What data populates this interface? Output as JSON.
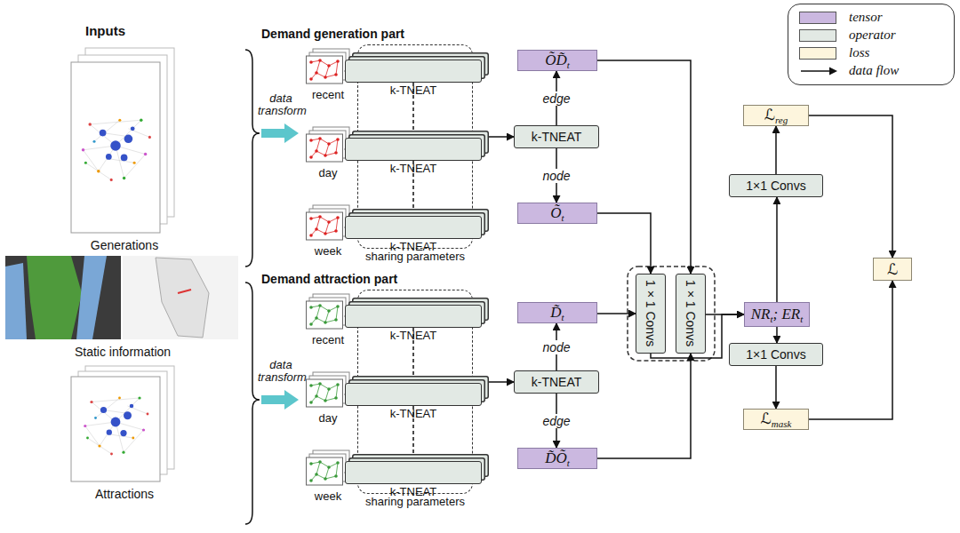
{
  "diagram": {
    "nodes": [
      {
        "text": [
          "Generations"
        ]
      },
      {
        "text": [
          "Static information"
        ]
      },
      {
        "text": [
          "Attractions"
        ]
      },
      {
        "text": [
          "recent"
        ]
      },
      {
        "text": [
          "day"
        ]
      },
      {
        "text": [
          "week"
        ]
      },
      {
        "text": [
          "sharing parameters"
        ]
      },
      {
        "text": [
          "k-TNEAT"
        ],
        "in": 6
      },
      {
        "text": [
          "k-TNEAT"
        ],
        "in": 6
      },
      {
        "text": [
          "k-TNEAT"
        ],
        "in": 6
      },
      {
        "text": [
          "k-TNEAT"
        ]
      },
      {
        "text": [
          "ÕD̃",
          "t"
        ]
      },
      {
        "text": [
          "Õ",
          "t"
        ]
      },
      {
        "text": [
          "recent"
        ]
      },
      {
        "text": [
          "day"
        ]
      },
      {
        "text": [
          "week"
        ]
      },
      {
        "text": [
          "sharing parameters"
        ]
      },
      {
        "text": [
          "k-TNEAT"
        ],
        "in": 16
      },
      {
        "text": [
          "k-TNEAT"
        ],
        "in": 16
      },
      {
        "text": [
          "k-TNEAT"
        ],
        "in": 16
      },
      {
        "text": [
          "k-TNEAT"
        ]
      },
      {
        "text": [
          "D̃",
          "t"
        ]
      },
      {
        "text": [
          "D̃Õ",
          "t"
        ]
      },
      {
        "text": [
          "1×1 Convs"
        ]
      },
      {
        "text": [
          "1×1 Convs"
        ]
      },
      {
        "text": [
          "NR",
          "t",
          "; ER",
          "t"
        ]
      },
      {
        "text": [
          "1×1 Convs"
        ]
      },
      {
        "text": [
          "ℒ",
          "reg"
        ]
      },
      {
        "text": [
          "1×1 Convs"
        ]
      },
      {
        "text": [
          "ℒ",
          "mask"
        ]
      },
      {
        "text": [
          "ℒ"
        ]
      }
    ],
    "edges": [
      {
        "from": 3,
        "to": 7,
        "arrow": "to"
      },
      {
        "from": 4,
        "to": 8,
        "arrow": "to"
      },
      {
        "from": 5,
        "to": 9,
        "arrow": "to"
      },
      {
        "from": 7,
        "to": 8,
        "arrow": "to"
      },
      {
        "from": 8,
        "to": 9,
        "arrow": "to"
      },
      {
        "from": 6,
        "to": 10,
        "arrow": "to"
      },
      {
        "from": 10,
        "to": 11,
        "label": "edge",
        "arrow": "to"
      },
      {
        "from": 10,
        "to": 12,
        "label": "node",
        "arrow": "to"
      },
      {
        "from": 13,
        "to": 17,
        "arrow": "to"
      },
      {
        "from": 14,
        "to": 18,
        "arrow": "to"
      },
      {
        "from": 15,
        "to": 19,
        "arrow": "to"
      },
      {
        "from": 17,
        "to": 18,
        "arrow": "to"
      },
      {
        "from": 18,
        "to": 19,
        "arrow": "to"
      },
      {
        "from": 16,
        "to": 20,
        "arrow": "to"
      },
      {
        "from": 20,
        "to": 21,
        "label": "node",
        "arrow": "to"
      },
      {
        "from": 20,
        "to": 22,
        "label": "edge",
        "arrow": "to"
      },
      {
        "from": 11,
        "to": 24,
        "arrow": "to"
      },
      {
        "from": 12,
        "to": 23,
        "arrow": "to"
      },
      {
        "from": 21,
        "to": 23,
        "arrow": "to"
      },
      {
        "from": 22,
        "to": 24,
        "arrow": "to"
      },
      {
        "from": 23,
        "to": 25,
        "arrow": "to"
      },
      {
        "from": 24,
        "to": 25,
        "arrow": "to"
      },
      {
        "from": 25,
        "to": 26,
        "arrow": "to"
      },
      {
        "from": 26,
        "to": 27,
        "arrow": "to"
      },
      {
        "from": 25,
        "to": 28,
        "arrow": "to"
      },
      {
        "from": 28,
        "to": 29,
        "arrow": "to"
      },
      {
        "from": 27,
        "to": 30,
        "arrow": "to"
      },
      {
        "from": 29,
        "to": 30,
        "arrow": "to"
      }
    ],
    "labels": [
      "Inputs",
      "data transform",
      "data transform",
      "Demand generation part",
      "Demand attraction part"
    ],
    "legend": [
      {
        "text": "tensor",
        "color": "#cbb8e0"
      },
      {
        "text": "operator",
        "color": "#e2e9e4"
      },
      {
        "text": "loss",
        "color": "#fdf5dd"
      },
      {
        "text": "data flow"
      }
    ]
  }
}
